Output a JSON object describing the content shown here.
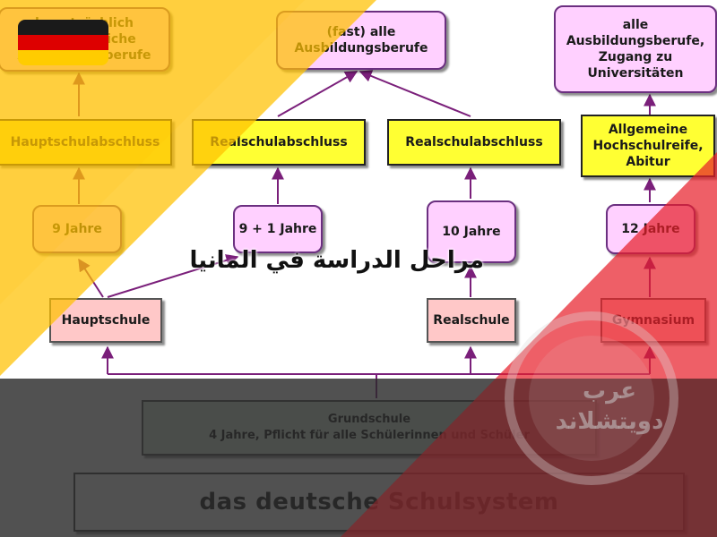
{
  "diagram": {
    "top_left": "hauptsächlich\nhandwerkliche\nAusbildungsberufe",
    "top_middle": "(fast) alle\nAusbildungsberufe",
    "top_right": "alle\nAusbildungsberufe,\nZugang zu\nUniversitäten",
    "hauptschulabschluss": "Hauptschulabschluss",
    "realschulabschluss_left": "Realschulabschluss",
    "realschulabschluss_right": "Realschulabschluss",
    "hochschulreife": "Allgemeine\nHochschulreife,\nAbitur",
    "years_9": "9 Jahre",
    "years_9_plus_1": "9 + 1 Jahre",
    "years_10": "10 Jahre",
    "years_12": "12 Jahre",
    "hauptschule": "Hauptschule",
    "realschule": "Realschule",
    "gymnasium": "Gymnasium",
    "grundschule": "Grundschule\n4 Jahre, Pflicht für alle Schülerinnen und Schüler",
    "system_title": "das deutsche Schulsystem"
  },
  "overlay": {
    "arabic_title": "مراحل الدراسة في المانيا",
    "watermark": "عرب\nدويتشلاند"
  },
  "colors": {
    "yellow_box": "#ffff33",
    "pink_box": "#ffd0ff",
    "salmon_box": "#ffc8c8",
    "arrow": "#7a1f7a",
    "yellow_band": "#ffc000",
    "red_band": "#e8202a",
    "dark_band": "#2b2b2b",
    "flag_black": "#1a1a1a",
    "flag_red": "#dd0000",
    "flag_gold": "#ffcc00"
  }
}
